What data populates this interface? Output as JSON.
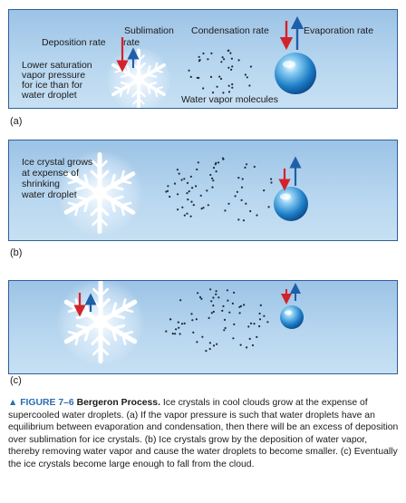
{
  "panels": [
    {
      "id": "a",
      "label": "(a)",
      "labels": {
        "deposition": "Deposition rate",
        "sublimation_line1": "Sublimation",
        "sublimation_line2": "rate",
        "condensation": "Condensation rate",
        "evaporation": "Evaporation rate",
        "note": [
          "Lower saturation",
          "vapor pressure",
          "for ice than for",
          "water droplet"
        ],
        "molecules": "Water vapor molecules"
      }
    },
    {
      "id": "b",
      "label": "(b)",
      "labels": {
        "note": [
          "Ice crystal grows",
          "at expense of",
          "shrinking",
          "water droplet"
        ]
      }
    },
    {
      "id": "c",
      "label": "(c)"
    }
  ],
  "caption": {
    "triangle": "▲",
    "figure_label": "FIGURE 7–6",
    "title": "Bergeron Process.",
    "body": "Ice crystals in cool clouds grow at the expense of supercooled water droplets. (a) If the vapor pressure is such that water droplets have an equilibrium between evaporation and condensation, then there will be an excess of deposition over sublimation for ice crystals. (b) Ice crystals grow by the deposition of water vapor, thereby removing water vapor and cause the water droplets to become smaller. (c) Eventually the ice crystals become large enough to fall from the cloud."
  },
  "colors": {
    "arrow_down": "#d2232a",
    "arrow_up": "#1f5fa8",
    "panel_border": "#2f5f9a",
    "figure_accent": "#2a6db5"
  },
  "icons": {
    "ice_crystal": "snowflake-icon",
    "water_droplet": "droplet-icon"
  }
}
